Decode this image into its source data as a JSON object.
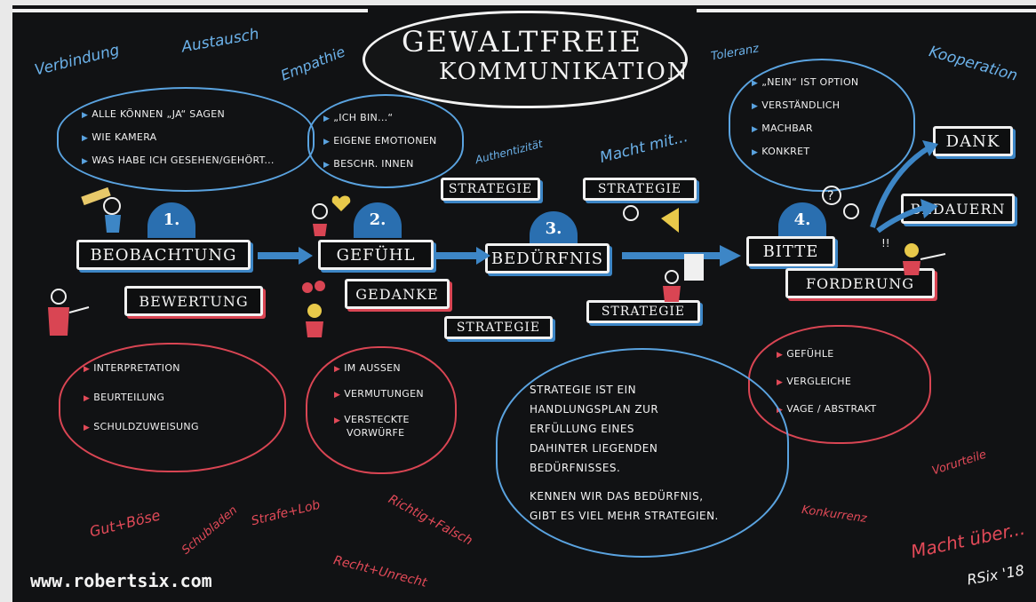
{
  "title": {
    "line1": "GEWALTFREIE",
    "line2": "KOMMUNIKATION"
  },
  "top_words": {
    "verbindung": "Verbindung",
    "austausch": "Austausch",
    "empathie": "Empathie",
    "toleranz": "Toleranz",
    "kooperation": "Kooperation",
    "authentizitaet": "Authentizität",
    "macht_mit": "Macht mit..."
  },
  "cloud_observation": [
    "ALLE KÖNNEN „JA“ SAGEN",
    "WIE KAMERA",
    "WAS HABE ICH GESEHEN/GEHÖRT..."
  ],
  "cloud_feeling": [
    "„ICH BIN...“",
    "EIGENE EMOTIONEN",
    "BESCHR. INNEN"
  ],
  "cloud_request": [
    "„NEIN“ IST OPTION",
    "VERSTÄNDLICH",
    "MACHBAR",
    "KONKRET"
  ],
  "steps": [
    {
      "number": "1.",
      "label": "BEOBACHTUNG",
      "contrast": "BEWERTUNG"
    },
    {
      "number": "2.",
      "label": "GEFÜHL",
      "contrast": "GEDANKE"
    },
    {
      "number": "3.",
      "label": "BEDÜRFNIS"
    },
    {
      "number": "4.",
      "label": "BITTE",
      "contrast": "FORDERUNG"
    }
  ],
  "strategie_label": "STRATEGIE",
  "outcomes": {
    "dank": "DANK",
    "bedauern": "BEDAUERN"
  },
  "red_cloud_1": [
    "INTERPRETATION",
    "BEURTEILUNG",
    "SCHULDZUWEISUNG"
  ],
  "red_cloud_2": [
    "IM AUSSEN",
    "VERMUTUNGEN",
    "VERSTECKTE",
    "VORWÜRFE"
  ],
  "red_cloud_4": [
    "GEFÜHLE",
    "VERGLEICHE",
    "VAGE / ABSTRAKT"
  ],
  "strategy_cloud": {
    "line1": "STRATEGIE IST EIN",
    "line2": "HANDLUNGSPLAN ZUR",
    "line3": "ERFÜLLUNG EINES",
    "line4": "DAHINTER LIEGENDEN",
    "line5": "BEDÜRFNISSES.",
    "line6": "KENNEN WIR DAS BEDÜRFNIS,",
    "line7": "GIBT ES VIEL MEHR STRATEGIEN."
  },
  "bottom_words": {
    "gut_boese": "Gut+Böse",
    "schubladen": "Schubladen",
    "strafe_lob": "Strafe+Lob",
    "richtig_falsch": "Richtig+Falsch",
    "recht_unrecht": "Recht+Unrecht",
    "konkurrenz": "Konkurrenz",
    "vorurteile": "Vorurteile",
    "macht_ueber": "Macht über..."
  },
  "website": "www.robertsix.com",
  "signature": "RSix '18",
  "colors": {
    "board": "#111214",
    "blue": "#5aa3e0",
    "red": "#d94553",
    "chalk": "#f2f2f2"
  }
}
